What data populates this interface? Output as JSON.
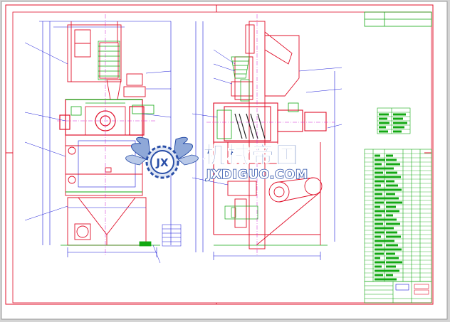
{
  "watermark": {
    "title_cn": "机械帝国",
    "site": "JXDIGUO.COM",
    "logo_letters": "JX"
  },
  "colors": {
    "background": "#ffffff",
    "frame": "#d6d6d6",
    "red": "#e0102a",
    "green": "#12a812",
    "blue": "#1a1ad8",
    "magenta": "#d020d0",
    "watermark_blue": "#2a4fa8"
  }
}
